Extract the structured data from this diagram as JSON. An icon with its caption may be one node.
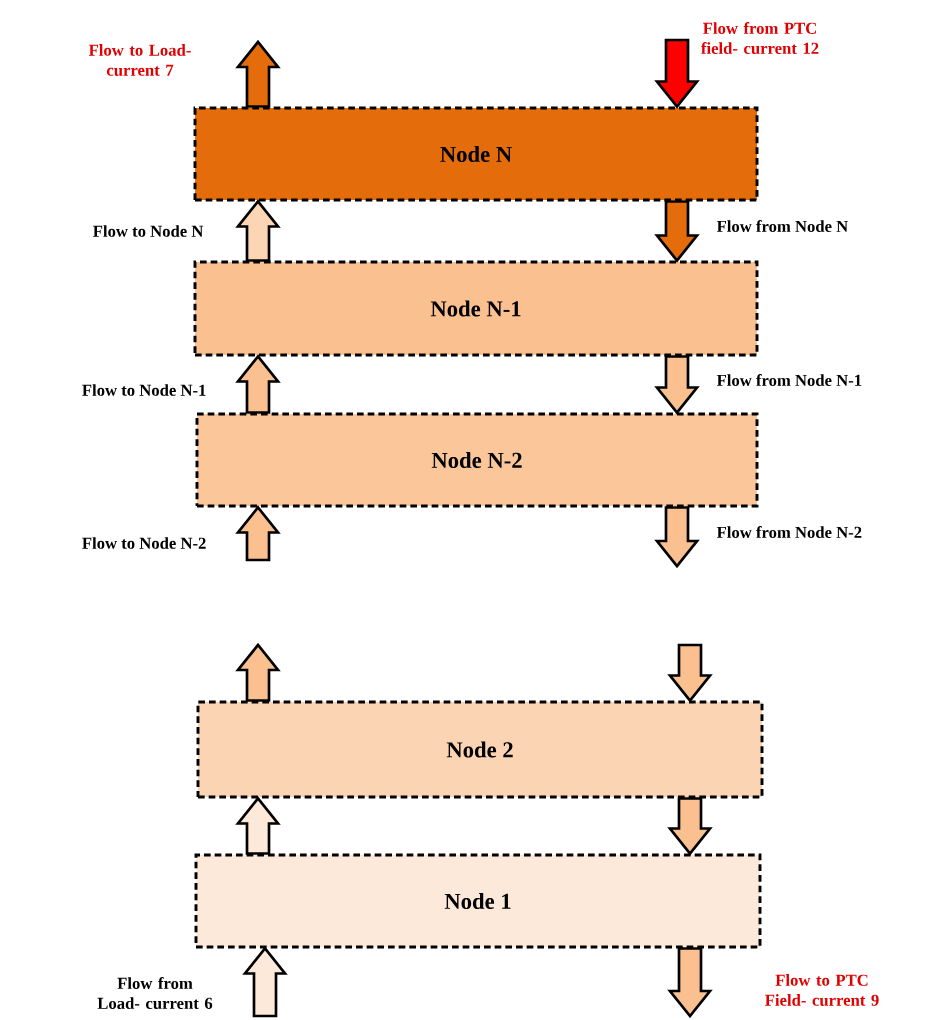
{
  "diagram": {
    "nodes": [
      {
        "text": [
          "Node N"
        ]
      },
      {
        "text": [
          "Node N-1"
        ]
      },
      {
        "text": [
          "Node N-2"
        ]
      },
      {
        "text": [
          "Node 2"
        ]
      },
      {
        "text": [
          "Node 1"
        ]
      }
    ],
    "edges": [
      {
        "from": 0,
        "to": null,
        "arrow": "to",
        "label": "Flow to Load- current 7",
        "color": "#e46c0a"
      },
      {
        "from": null,
        "to": 0,
        "arrow": "to",
        "label": "Flow from PTC field- current 12",
        "color": "#ff0000"
      },
      {
        "from": 1,
        "to": 0,
        "arrow": "to",
        "label": "Flow to Node N",
        "color": "#fcd5b4"
      },
      {
        "from": 0,
        "to": 1,
        "arrow": "to",
        "label": "Flow from Node N",
        "color": "#e46c0a"
      },
      {
        "from": 2,
        "to": 1,
        "arrow": "to",
        "label": "Flow to Node N-1"
      },
      {
        "from": 1,
        "to": 2,
        "arrow": "to",
        "label": "Flow from Node N-1"
      },
      {
        "from": null,
        "to": 2,
        "arrow": "to",
        "label": "Flow to Node N-2"
      },
      {
        "from": 2,
        "to": null,
        "arrow": "to",
        "label": "Flow from Node N-2"
      },
      {
        "from": 3,
        "to": null,
        "arrow": "to"
      },
      {
        "from": null,
        "to": 3,
        "arrow": "to"
      },
      {
        "from": 4,
        "to": 3,
        "arrow": "to",
        "color": "#fde9d9"
      },
      {
        "from": 3,
        "to": 4,
        "arrow": "to"
      },
      {
        "from": null,
        "to": 4,
        "arrow": "to",
        "label": "Flow from Load- current 6",
        "color": "#fde9d9"
      },
      {
        "from": 4,
        "to": null,
        "arrow": "to",
        "label": "Flow to PTC Field- current 9"
      }
    ]
  }
}
